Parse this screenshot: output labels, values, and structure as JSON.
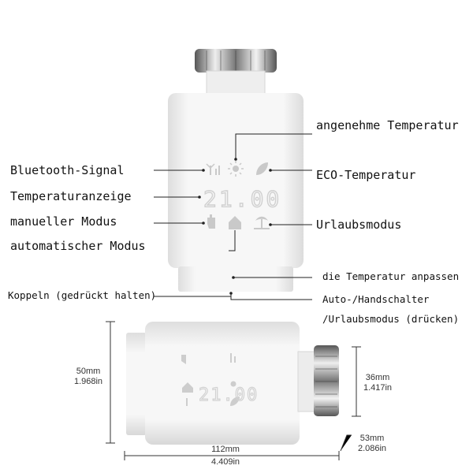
{
  "labels_left": {
    "bluetooth": "Bluetooth-Signal",
    "temp_display": "Temperaturanzeige",
    "manual": "manueller Modus",
    "automatic": "automatischer Modus"
  },
  "labels_right": {
    "comfort": "angenehme Temperatur",
    "eco": "ECO-Temperatur",
    "vacation": "Urlaubsmodus",
    "adjust": "die Temperatur anpassen",
    "switch_line1": "Auto-/Handschalter",
    "switch_line2": "/Urlaubsmodus (drücken)"
  },
  "label_pair": "Koppeln (gedrückt halten)",
  "display_digits": "21.00",
  "dimensions": {
    "height_mm": "50mm",
    "height_in": "1.968in",
    "head_mm": "36mm",
    "head_in": "1.417in",
    "nut_mm": "53mm",
    "nut_in": "2.086in",
    "length_mm": "112mm",
    "length_in": "4.409in"
  },
  "colors": {
    "body": "#f4f4f4",
    "shade": "#dcdcdc",
    "icon": "#c8c8c8",
    "line": "#222222"
  }
}
